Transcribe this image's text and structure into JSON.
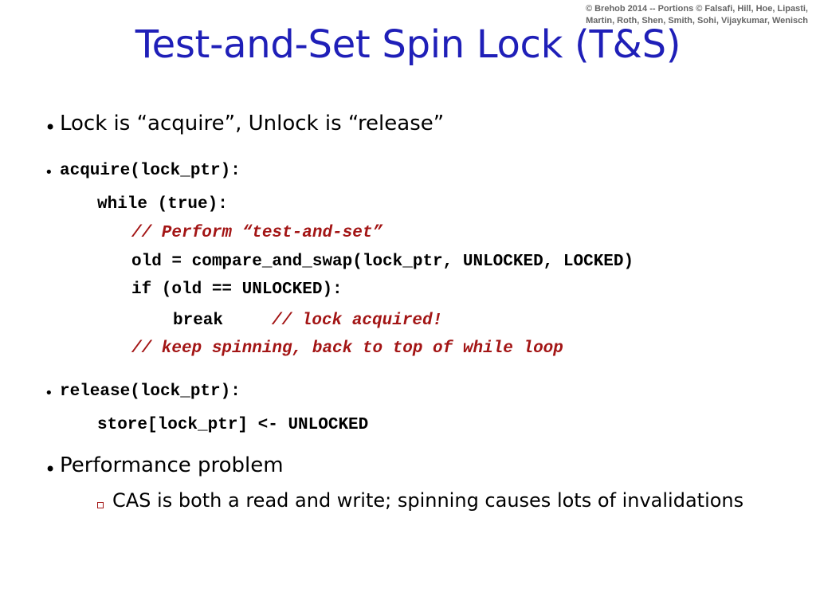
{
  "copyright": {
    "line1": "© Brehob 2014 -- Portions © Falsafi, Hill, Hoe, Lipasti,",
    "line2": "Martin, Roth, Shen, Smith, Sohi, Vijaykumar, Wenisch"
  },
  "title": "Test-and-Set Spin Lock (T&S)",
  "bullets": {
    "b1": "Lock is “acquire”, Unlock is “release”",
    "b2": "acquire(lock_ptr):",
    "b3": "release(lock_ptr):",
    "b4": "Performance problem"
  },
  "code": {
    "while_line": "while (true):",
    "comment_perform": "// Perform “test-and-set”",
    "cas_line": "old = compare_and_swap(lock_ptr, UNLOCKED, LOCKED)",
    "if_line": "if (old == UNLOCKED):",
    "break_line": "break",
    "comment_acquired": "// lock acquired!",
    "comment_keep": "// keep spinning, back to top of while loop",
    "store_line": "store[lock_ptr] <- UNLOCKED"
  },
  "sub_bullet": "CAS is both a read and write; spinning causes lots of invalidations",
  "bullet_glyph": "•",
  "colors": {
    "title": "#1f1fb8",
    "comment": "#a31515",
    "text": "#000000"
  }
}
